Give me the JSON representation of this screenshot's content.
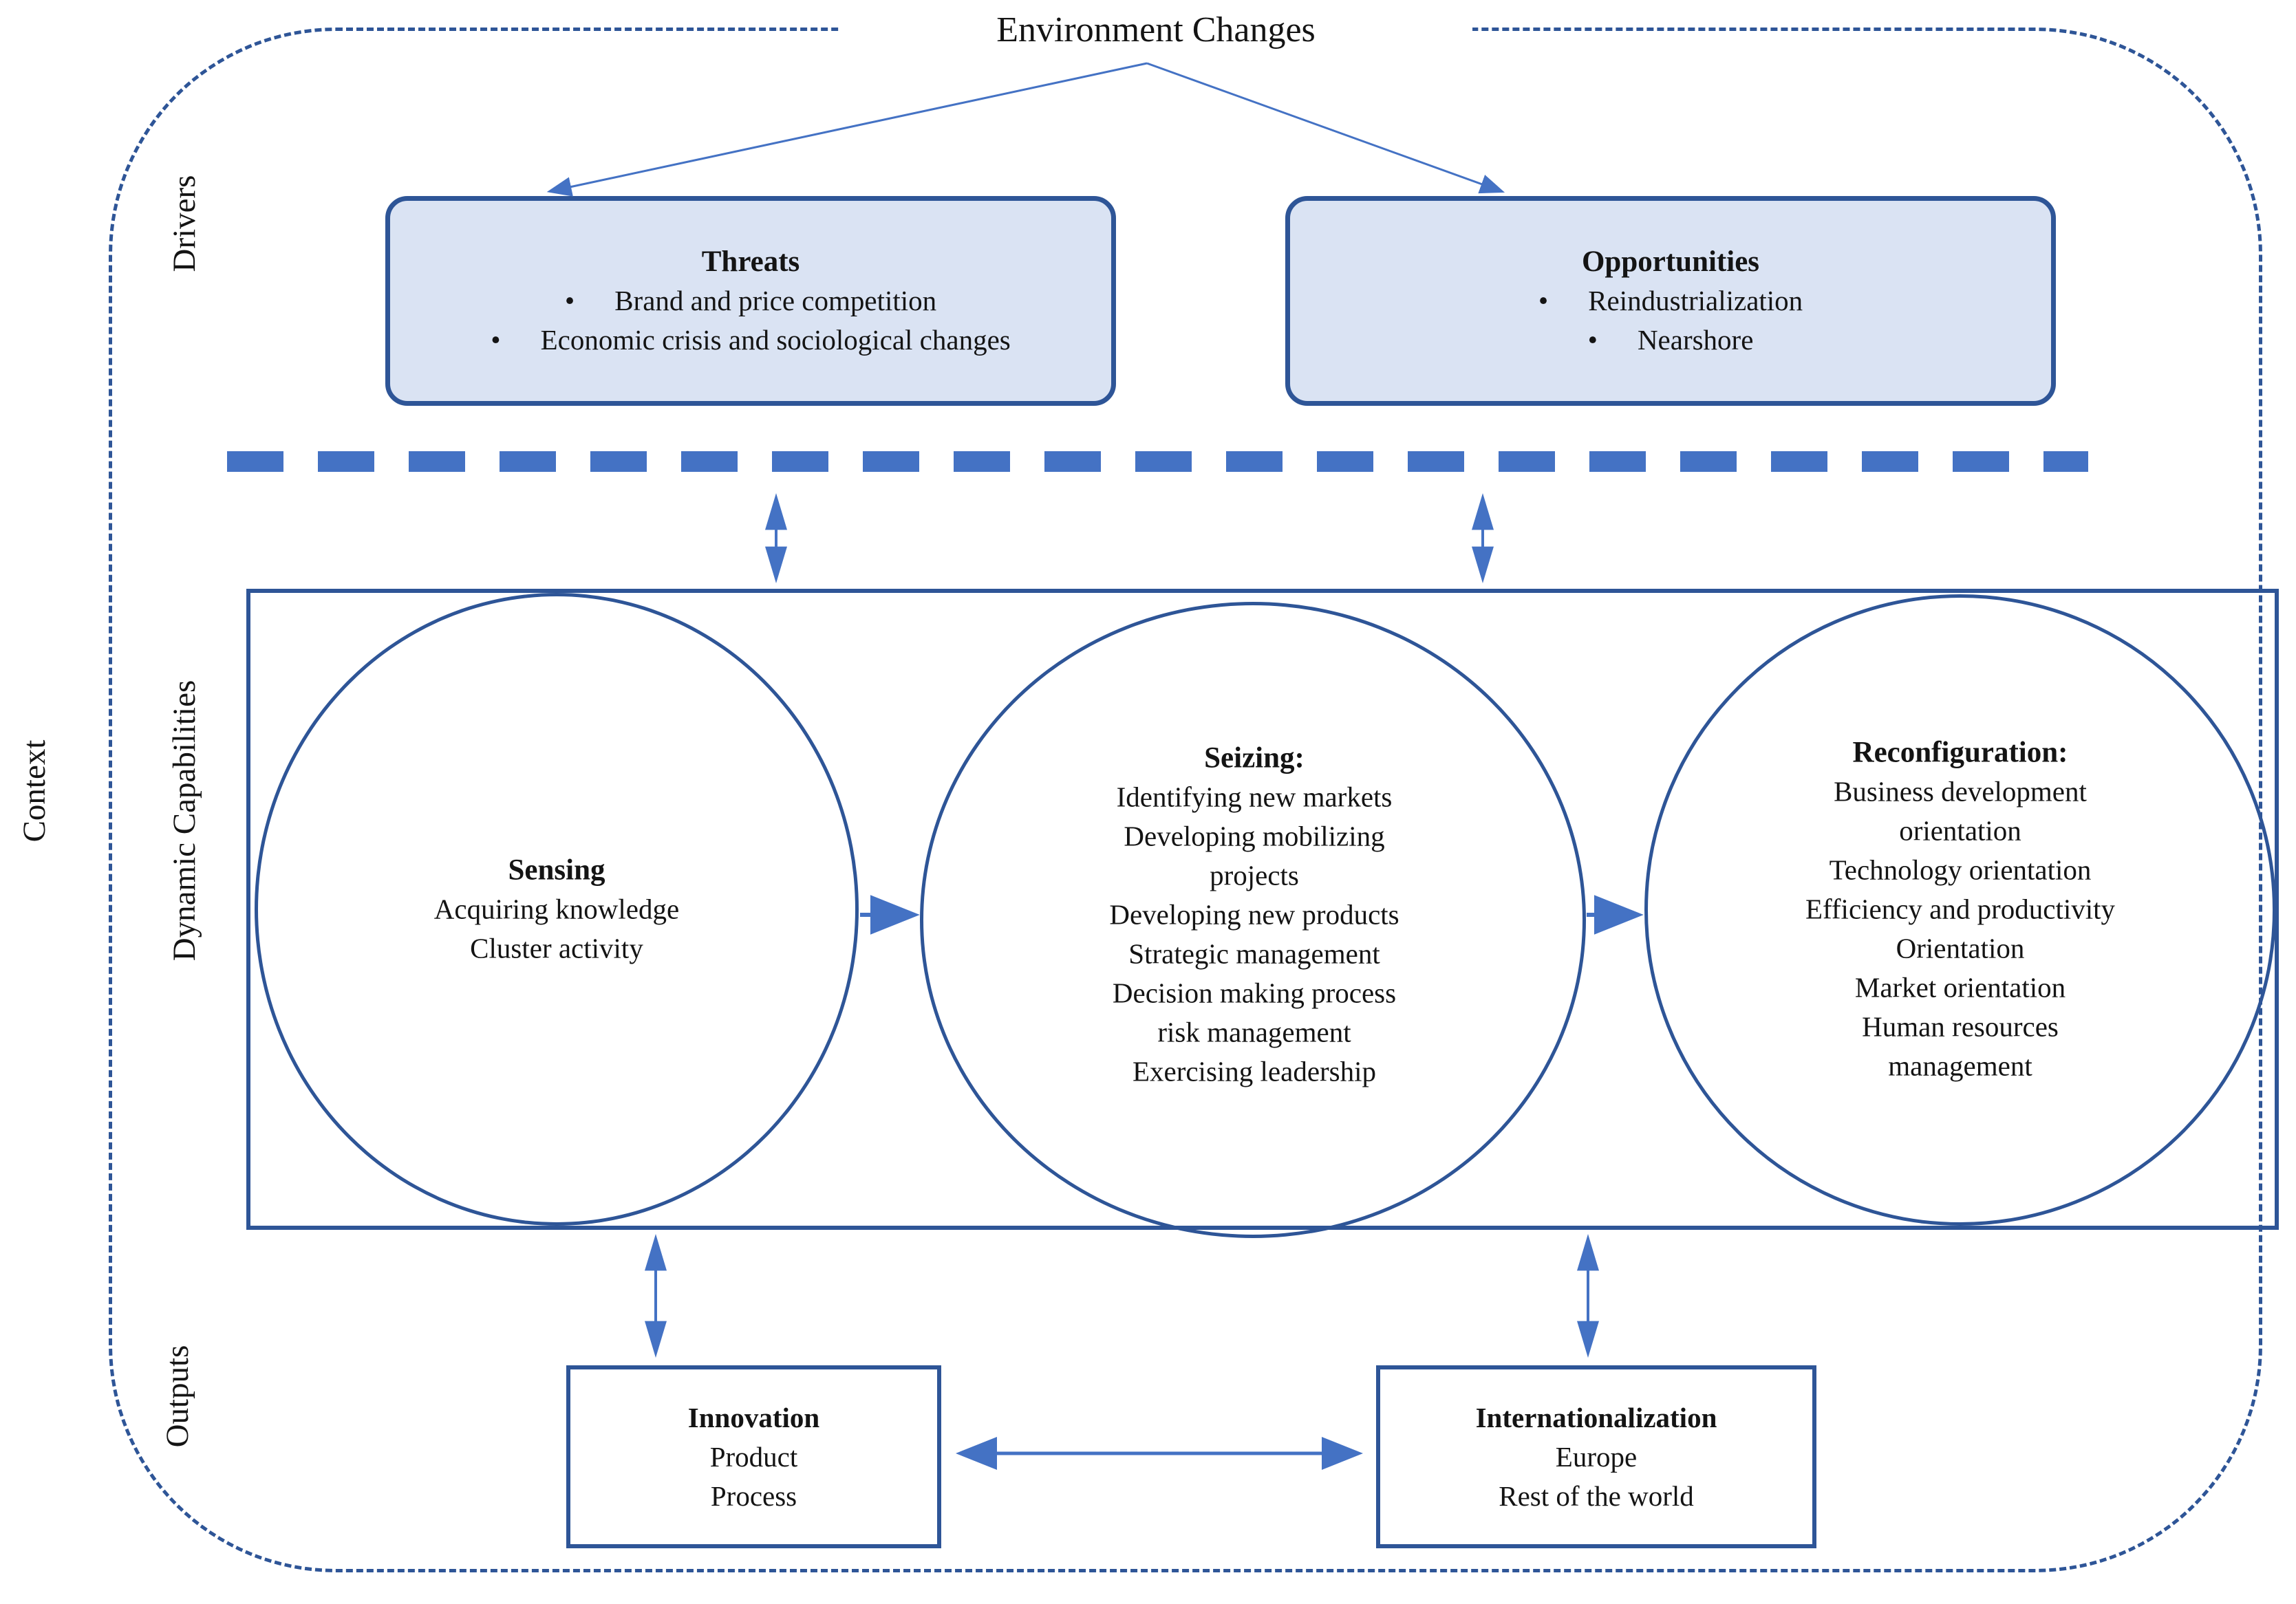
{
  "title": "Environment Changes",
  "side_labels": {
    "context": "Context",
    "drivers": "Drivers",
    "dynamic_capabilities": "Dynamic Capabilities",
    "outputs": "Outputs"
  },
  "drivers": {
    "threats": {
      "title": "Threats",
      "bullets": [
        "Brand and price competition",
        "Economic crisis and sociological changes"
      ]
    },
    "opportunities": {
      "title": "Opportunities",
      "bullets": [
        "Reindustrialization",
        "Nearshore"
      ]
    }
  },
  "dynamic_capabilities": {
    "sensing": {
      "title": "Sensing",
      "items": [
        "Acquiring knowledge",
        "Cluster activity"
      ]
    },
    "seizing": {
      "title": "Seizing:",
      "items": [
        "Identifying new markets",
        "Developing mobilizing projects",
        "Developing new products",
        "Strategic management",
        "Decision making process risk management",
        "Exercising leadership"
      ]
    },
    "reconfiguration": {
      "title": "Reconfiguration:",
      "items": [
        "Business development orientation",
        "Technology orientation",
        "Efficiency and productivity",
        "Orientation",
        "Market orientation",
        "Human resources management"
      ]
    }
  },
  "outputs": {
    "innovation": {
      "title": "Innovation",
      "items": [
        "Product",
        "Process"
      ]
    },
    "internationalization": {
      "title": "Internationalization",
      "items": [
        "Europe",
        "Rest of the world"
      ]
    }
  },
  "colors": {
    "dark_blue": "#2e5597",
    "arrow_blue": "#4472c4",
    "light_fill": "#dae3f3"
  }
}
